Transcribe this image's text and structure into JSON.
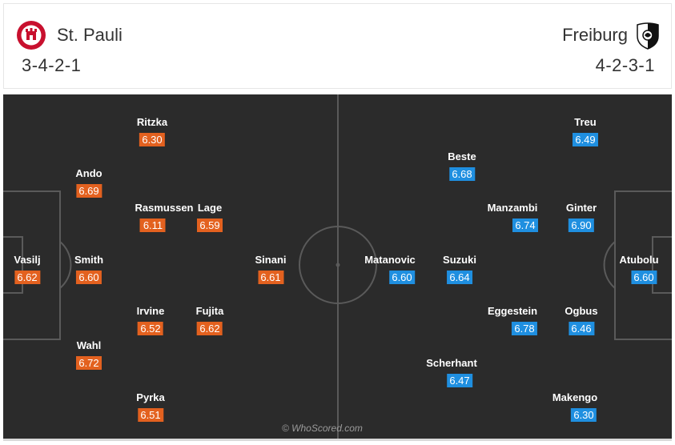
{
  "home": {
    "name": "St. Pauli",
    "formation": "3-4-2-1",
    "badge_color": "#c8102e",
    "rating_color": "#e3611f",
    "players": [
      {
        "name": "Vasilj",
        "rating": "6.62"
      },
      {
        "name": "Ando",
        "rating": "6.69"
      },
      {
        "name": "Smith",
        "rating": "6.60"
      },
      {
        "name": "Wahl",
        "rating": "6.72"
      },
      {
        "name": "Ritzka",
        "rating": "6.30"
      },
      {
        "name": "Rasmussen",
        "rating": "6.11"
      },
      {
        "name": "Irvine",
        "rating": "6.52"
      },
      {
        "name": "Pyrka",
        "rating": "6.51"
      },
      {
        "name": "Lage",
        "rating": "6.59"
      },
      {
        "name": "Fujita",
        "rating": "6.62"
      },
      {
        "name": "Sinani",
        "rating": "6.61"
      }
    ]
  },
  "away": {
    "name": "Freiburg",
    "formation": "4-2-3-1",
    "badge_color": "#000000",
    "rating_color": "#1f8fe0",
    "players": [
      {
        "name": "Atubolu",
        "rating": "6.60"
      },
      {
        "name": "Treu",
        "rating": "6.49"
      },
      {
        "name": "Ginter",
        "rating": "6.90"
      },
      {
        "name": "Ogbus",
        "rating": "6.46"
      },
      {
        "name": "Makengo",
        "rating": "6.30"
      },
      {
        "name": "Manzambi",
        "rating": "6.74"
      },
      {
        "name": "Eggestein",
        "rating": "6.78"
      },
      {
        "name": "Beste",
        "rating": "6.68"
      },
      {
        "name": "Suzuki",
        "rating": "6.64"
      },
      {
        "name": "Scherhant",
        "rating": "6.47"
      },
      {
        "name": "Matanovic",
        "rating": "6.60"
      }
    ]
  },
  "pitch_color": "#2b2b2b",
  "watermark": "© WhoScored.com"
}
